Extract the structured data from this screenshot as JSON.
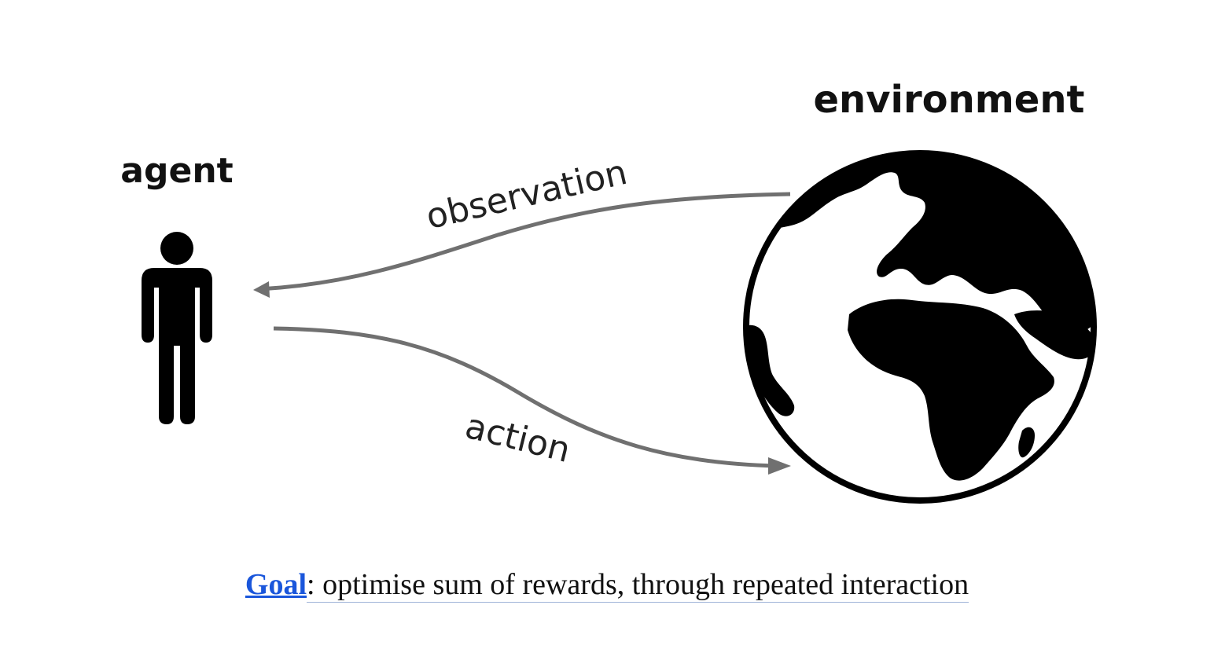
{
  "diagram": {
    "agent_label": "agent",
    "environment_label": "environment",
    "observation_label": "observation",
    "action_label": "action",
    "arrow_color": "#707070",
    "figure_color": "#000000",
    "icons": {
      "agent": "person-icon",
      "environment": "globe-icon"
    }
  },
  "caption": {
    "link_label": "Goal",
    "text": ": optimise sum of rewards, through repeated interaction",
    "link_color": "#1a56db"
  }
}
